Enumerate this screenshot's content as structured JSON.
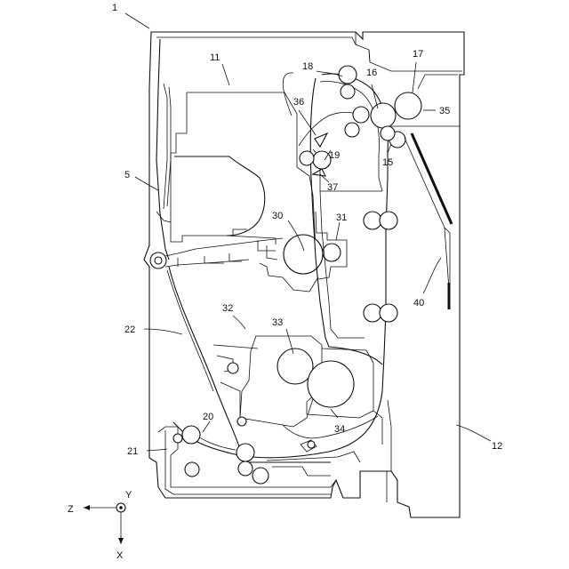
{
  "labels": {
    "n1": "1",
    "n5": "5",
    "n11": "11",
    "n12": "12",
    "n15": "15",
    "n16": "16",
    "n17": "17",
    "n18": "18",
    "n19": "19",
    "n20": "20",
    "n21": "21",
    "n22": "22",
    "n30": "30",
    "n31": "31",
    "n32": "32",
    "n33": "33",
    "n34": "34",
    "n35": "35",
    "n36": "36",
    "n37": "37",
    "n40": "40"
  },
  "axes": {
    "z": "Z",
    "y": "Y",
    "x": "X"
  }
}
